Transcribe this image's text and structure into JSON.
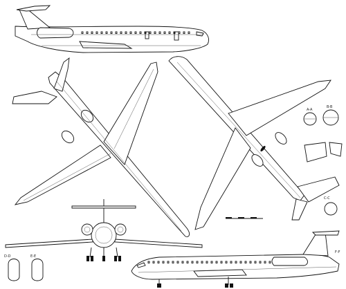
{
  "sheet": {
    "kind": "three-view technical drawing (jet airliner)",
    "views": [
      "side-view-top",
      "top-view-left",
      "bottom-view-right",
      "front-view",
      "side-view-bottom",
      "cross-sections"
    ]
  },
  "section_labels": {
    "a": "A-A",
    "b": "B-B",
    "c": "C-C",
    "d": "D-D",
    "e": "E-E",
    "f": "F-F"
  },
  "colors": {
    "ink": "#111111",
    "paper": "#ffffff"
  }
}
